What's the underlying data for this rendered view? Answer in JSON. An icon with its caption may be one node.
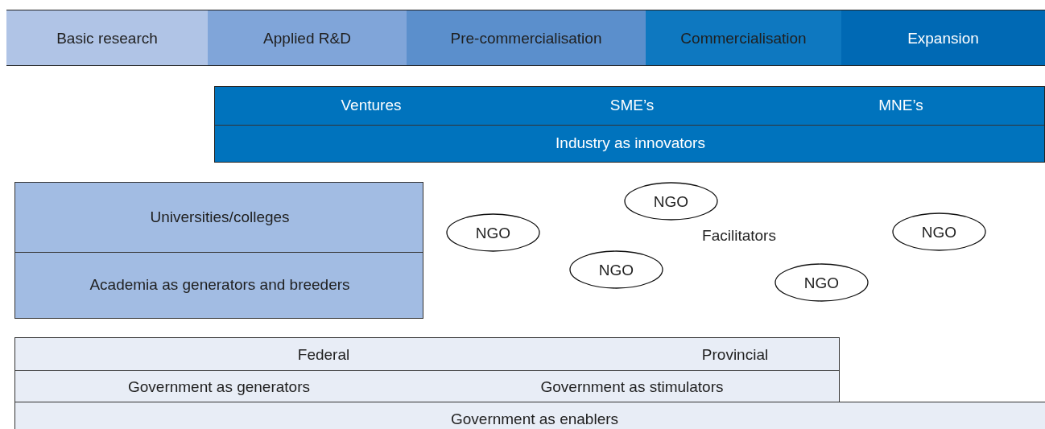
{
  "diagram": {
    "nodes": [
      {
        "text": [
          "Basic research"
        ]
      },
      {
        "text": [
          "Applied R&D"
        ]
      },
      {
        "text": [
          "Pre-commercialisation"
        ]
      },
      {
        "text": [
          "Commercialisation"
        ]
      },
      {
        "text": [
          "Expansion"
        ]
      },
      {
        "text": [
          "Ventures",
          "SME’s",
          "MNE’s",
          "Industry as innovators"
        ]
      },
      {
        "text": [
          "Universities/colleges",
          "Academia as generators and breeders"
        ]
      },
      {
        "text": [
          "NGO"
        ]
      },
      {
        "text": [
          "NGO"
        ]
      },
      {
        "text": [
          "NGO"
        ]
      },
      {
        "text": [
          "NGO"
        ]
      },
      {
        "text": [
          "NGO"
        ]
      },
      {
        "text": [
          "Federal",
          "Provincial",
          "Government as generators",
          "Government as stimulators"
        ]
      },
      {
        "text": [
          "Government as enablers"
        ]
      }
    ],
    "edges": [],
    "labels": [
      "Facilitators"
    ]
  }
}
